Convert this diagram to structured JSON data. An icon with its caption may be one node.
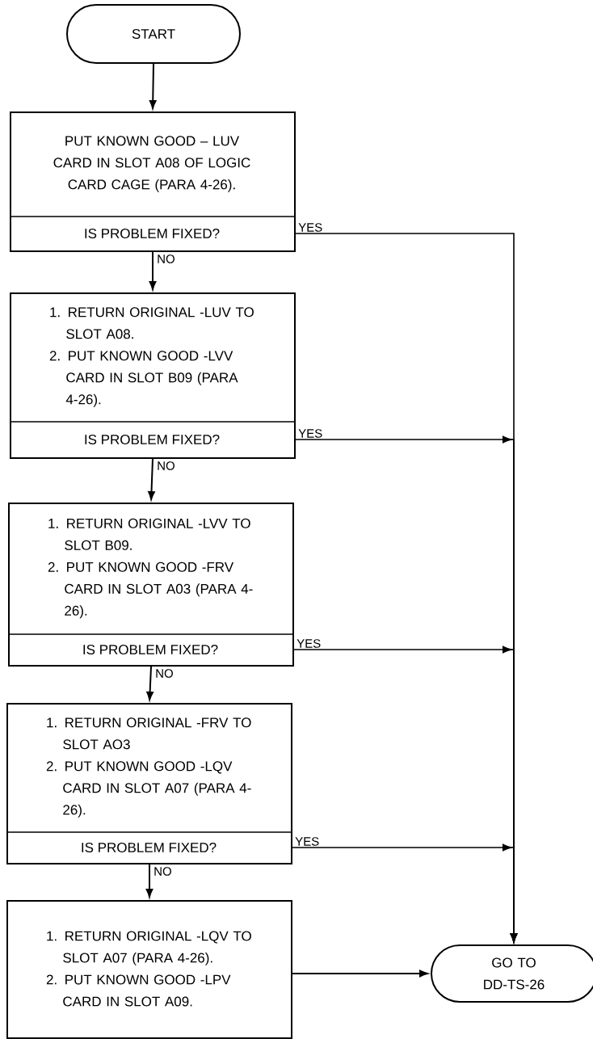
{
  "diagram": {
    "nodes": [
      {
        "text": [
          "START"
        ]
      },
      {
        "text": [
          "PUT KNOWN GOOD – LUV CARD IN SLOT A08 OF LOGIC CARD CAGE (PARA 4-26).",
          "IS PROBLEM FIXED?"
        ]
      },
      {
        "text": [
          "1. RETURN ORIGINAL -LUV TO SLOT A08.",
          "2. PUT KNOWN GOOD -LVV CARD IN SLOT B09 (PARA 4-26).",
          "IS PROBLEM FIXED?"
        ]
      },
      {
        "text": [
          "1. RETURN ORIGINAL -LVV TO SLOT B09.",
          "2. PUT KNOWN GOOD -FRV CARD IN SLOT A03 (PARA 4-26).",
          "IS PROBLEM FIXED?"
        ]
      },
      {
        "text": [
          "1. RETURN ORIGINAL -FRV TO SLOT AO3",
          "2. PUT KNOWN GOOD -LQV CARD IN SLOT A07 (PARA 4-26).",
          "IS PROBLEM FIXED?"
        ]
      },
      {
        "text": [
          "1. RETURN ORIGINAL -LQV TO SLOT A07 (PARA 4-26).",
          "2. PUT KNOWN GOOD -LPV CARD IN SLOT A09."
        ]
      },
      {
        "text": [
          "GO TO DD-TS-26"
        ]
      }
    ],
    "edges": [
      {
        "from": 0,
        "to": 1,
        "arrow": "to"
      },
      {
        "from": 1,
        "to": 2,
        "arrow": "to",
        "label": "NO"
      },
      {
        "from": 1,
        "to": 6,
        "arrow": "to",
        "label": "YES"
      },
      {
        "from": 2,
        "to": 3,
        "arrow": "to",
        "label": "NO"
      },
      {
        "from": 2,
        "to": 6,
        "arrow": "to",
        "label": "YES"
      },
      {
        "from": 3,
        "to": 4,
        "arrow": "to",
        "label": "NO"
      },
      {
        "from": 3,
        "to": 6,
        "arrow": "to",
        "label": "YES"
      },
      {
        "from": 4,
        "to": 5,
        "arrow": "to",
        "label": "NO"
      },
      {
        "from": 4,
        "to": 6,
        "arrow": "to",
        "label": "YES"
      },
      {
        "from": 5,
        "to": 6,
        "arrow": "to"
      }
    ]
  }
}
